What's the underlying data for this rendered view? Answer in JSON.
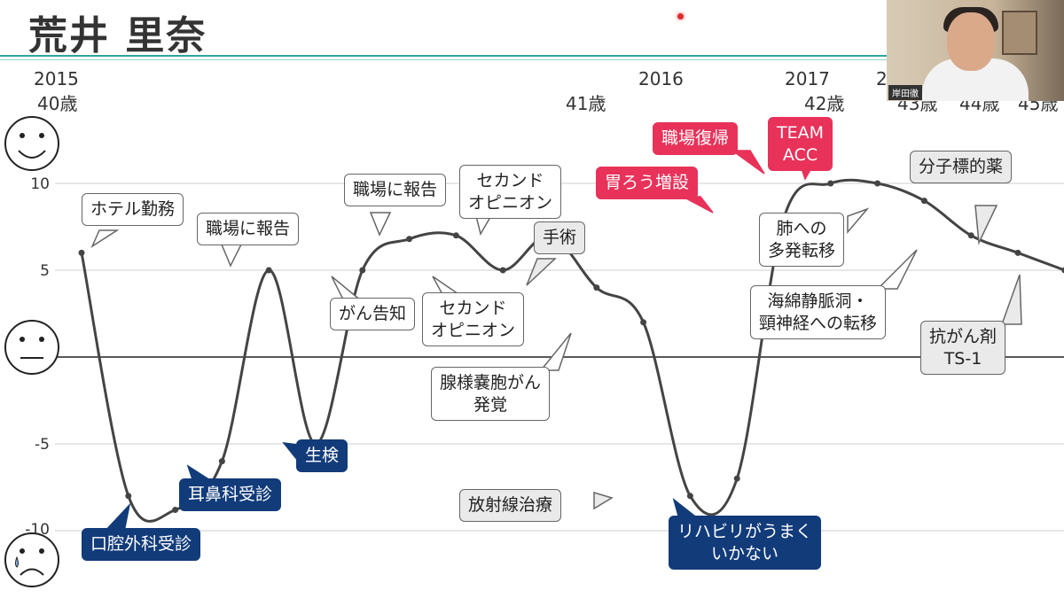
{
  "slide": {
    "title": "荒井 里奈",
    "period_headers": [
      {
        "year": "2015",
        "age": "40歳"
      },
      {
        "year": "",
        "age": "41歳"
      },
      {
        "year": "2016",
        "age": ""
      },
      {
        "year": "2017",
        "age": "42歳"
      },
      {
        "year": "2",
        "age": "43歳"
      },
      {
        "year": "",
        "age": "44歳"
      },
      {
        "year": "",
        "age": "45歳"
      }
    ],
    "mood_icons": [
      "happy-face-icon",
      "neutral-face-icon",
      "sad-face-icon"
    ]
  },
  "webcam": {
    "name_label": "岸田徹"
  },
  "colors": {
    "accent_rule": "#2fa5a0",
    "red_callout": "#e8325a",
    "blue_callout": "#123b7a",
    "gray_callout": "#eaeaea",
    "curve": "#444444"
  },
  "chart_data": {
    "type": "line",
    "title": "",
    "xlabel": "",
    "ylabel": "",
    "ylim": [
      -10,
      10
    ],
    "yticks": [
      "10",
      "5",
      "",
      "-5",
      "-10"
    ],
    "grid": true,
    "series": [
      {
        "points": [
          [
            0,
            6
          ],
          [
            1,
            -8
          ],
          [
            2,
            -8.8
          ],
          [
            3,
            -6
          ],
          [
            4,
            5
          ],
          [
            5,
            -5
          ],
          [
            6,
            5
          ],
          [
            7,
            6.8
          ],
          [
            8,
            7
          ],
          [
            9,
            5
          ],
          [
            10,
            7
          ],
          [
            11,
            4
          ],
          [
            12,
            2
          ],
          [
            13,
            -8
          ],
          [
            14,
            -7
          ],
          [
            15,
            8
          ],
          [
            16,
            10
          ],
          [
            17,
            10
          ],
          [
            18,
            9
          ],
          [
            19,
            7
          ],
          [
            20,
            6
          ],
          [
            21,
            5
          ]
        ]
      }
    ],
    "annotations": [
      {
        "text": "ホテル勤務",
        "style": "white"
      },
      {
        "text": "職場に報告",
        "style": "white"
      },
      {
        "text": "職場に報告",
        "style": "white"
      },
      {
        "text": "セカンド\nオピニオン",
        "style": "white"
      },
      {
        "text": "がん告知",
        "style": "white"
      },
      {
        "text": "セカンド\nオピニオン",
        "style": "white"
      },
      {
        "text": "手術",
        "style": "gray"
      },
      {
        "text": "腺様嚢胞がん\n発覚",
        "style": "white"
      },
      {
        "text": "放射線治療",
        "style": "gray"
      },
      {
        "text": "口腔外科受診",
        "style": "blue"
      },
      {
        "text": "耳鼻科受診",
        "style": "blue"
      },
      {
        "text": "生検",
        "style": "blue"
      },
      {
        "text": "リハビリがうまく\nいかない",
        "style": "blue"
      },
      {
        "text": "胃ろう増設",
        "style": "red"
      },
      {
        "text": "職場復帰",
        "style": "red"
      },
      {
        "text": "TEAM\nACC",
        "style": "red"
      },
      {
        "text": "分子標的薬",
        "style": "gray"
      },
      {
        "text": "肺への\n多発転移",
        "style": "white"
      },
      {
        "text": "海綿静脈洞・\n頸神経への転移",
        "style": "white"
      },
      {
        "text": "抗がん剤\nTS-1",
        "style": "gray"
      }
    ]
  }
}
